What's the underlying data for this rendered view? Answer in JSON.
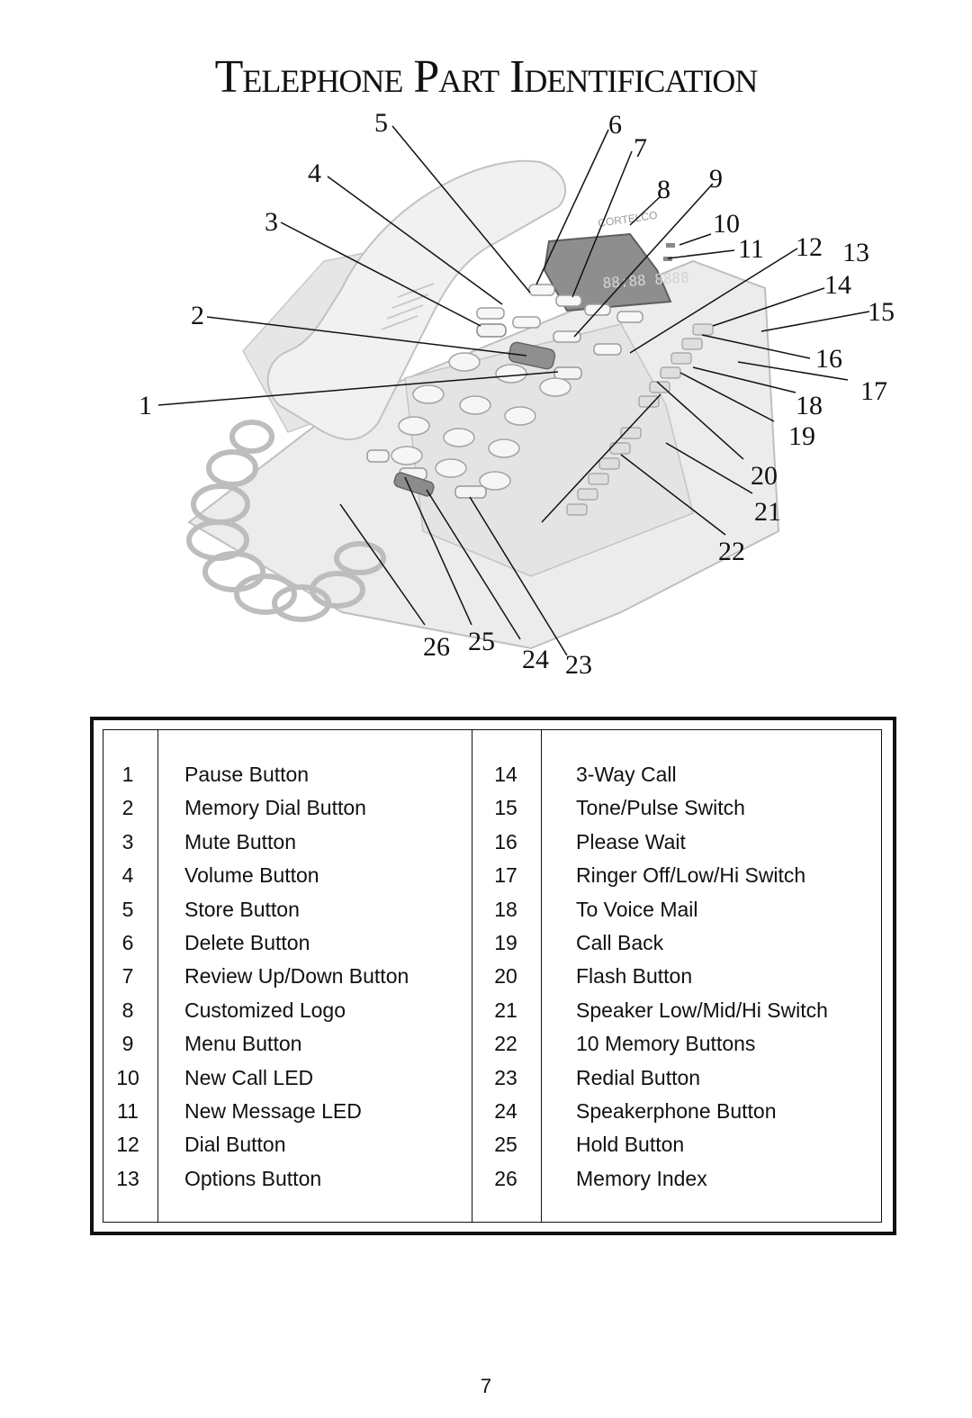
{
  "title": "Telephone Part Identification",
  "figure_callouts": [
    "1",
    "2",
    "3",
    "4",
    "5",
    "6",
    "7",
    "8",
    "9",
    "10",
    "11",
    "12",
    "13",
    "14",
    "15",
    "16",
    "17",
    "18",
    "19",
    "20",
    "21",
    "22",
    "23",
    "24",
    "25",
    "26"
  ],
  "phone_logo": "CORTELCO",
  "parts_left": [
    {
      "num": "1",
      "label": "Pause Button"
    },
    {
      "num": "2",
      "label": "Memory Dial Button"
    },
    {
      "num": "3",
      "label": "Mute Button"
    },
    {
      "num": "4",
      "label": "Volume Button"
    },
    {
      "num": "5",
      "label": "Store Button"
    },
    {
      "num": "6",
      "label": "Delete Button"
    },
    {
      "num": "7",
      "label": "Review Up/Down Button"
    },
    {
      "num": "8",
      "label": "Customized Logo"
    },
    {
      "num": "9",
      "label": "Menu Button"
    },
    {
      "num": "10",
      "label": "New Call LED"
    },
    {
      "num": "11",
      "label": "New Message LED"
    },
    {
      "num": "12",
      "label": "Dial Button"
    },
    {
      "num": "13",
      "label": "Options Button"
    }
  ],
  "parts_right": [
    {
      "num": "14",
      "label": "3-Way Call"
    },
    {
      "num": "15",
      "label": "Tone/Pulse Switch"
    },
    {
      "num": "16",
      "label": "Please Wait"
    },
    {
      "num": "17",
      "label": "Ringer Off/Low/Hi Switch"
    },
    {
      "num": "18",
      "label": "To Voice Mail"
    },
    {
      "num": "19",
      "label": "Call Back"
    },
    {
      "num": "20",
      "label": "Flash Button"
    },
    {
      "num": "21",
      "label": "Speaker Low/Mid/Hi Switch"
    },
    {
      "num": "22",
      "label": "10 Memory Buttons"
    },
    {
      "num": "23",
      "label": "Redial Button"
    },
    {
      "num": "24",
      "label": "Speakerphone Button"
    },
    {
      "num": "25",
      "label": "Hold Button"
    },
    {
      "num": "26",
      "label": "Memory Index"
    }
  ],
  "page_number": "7"
}
